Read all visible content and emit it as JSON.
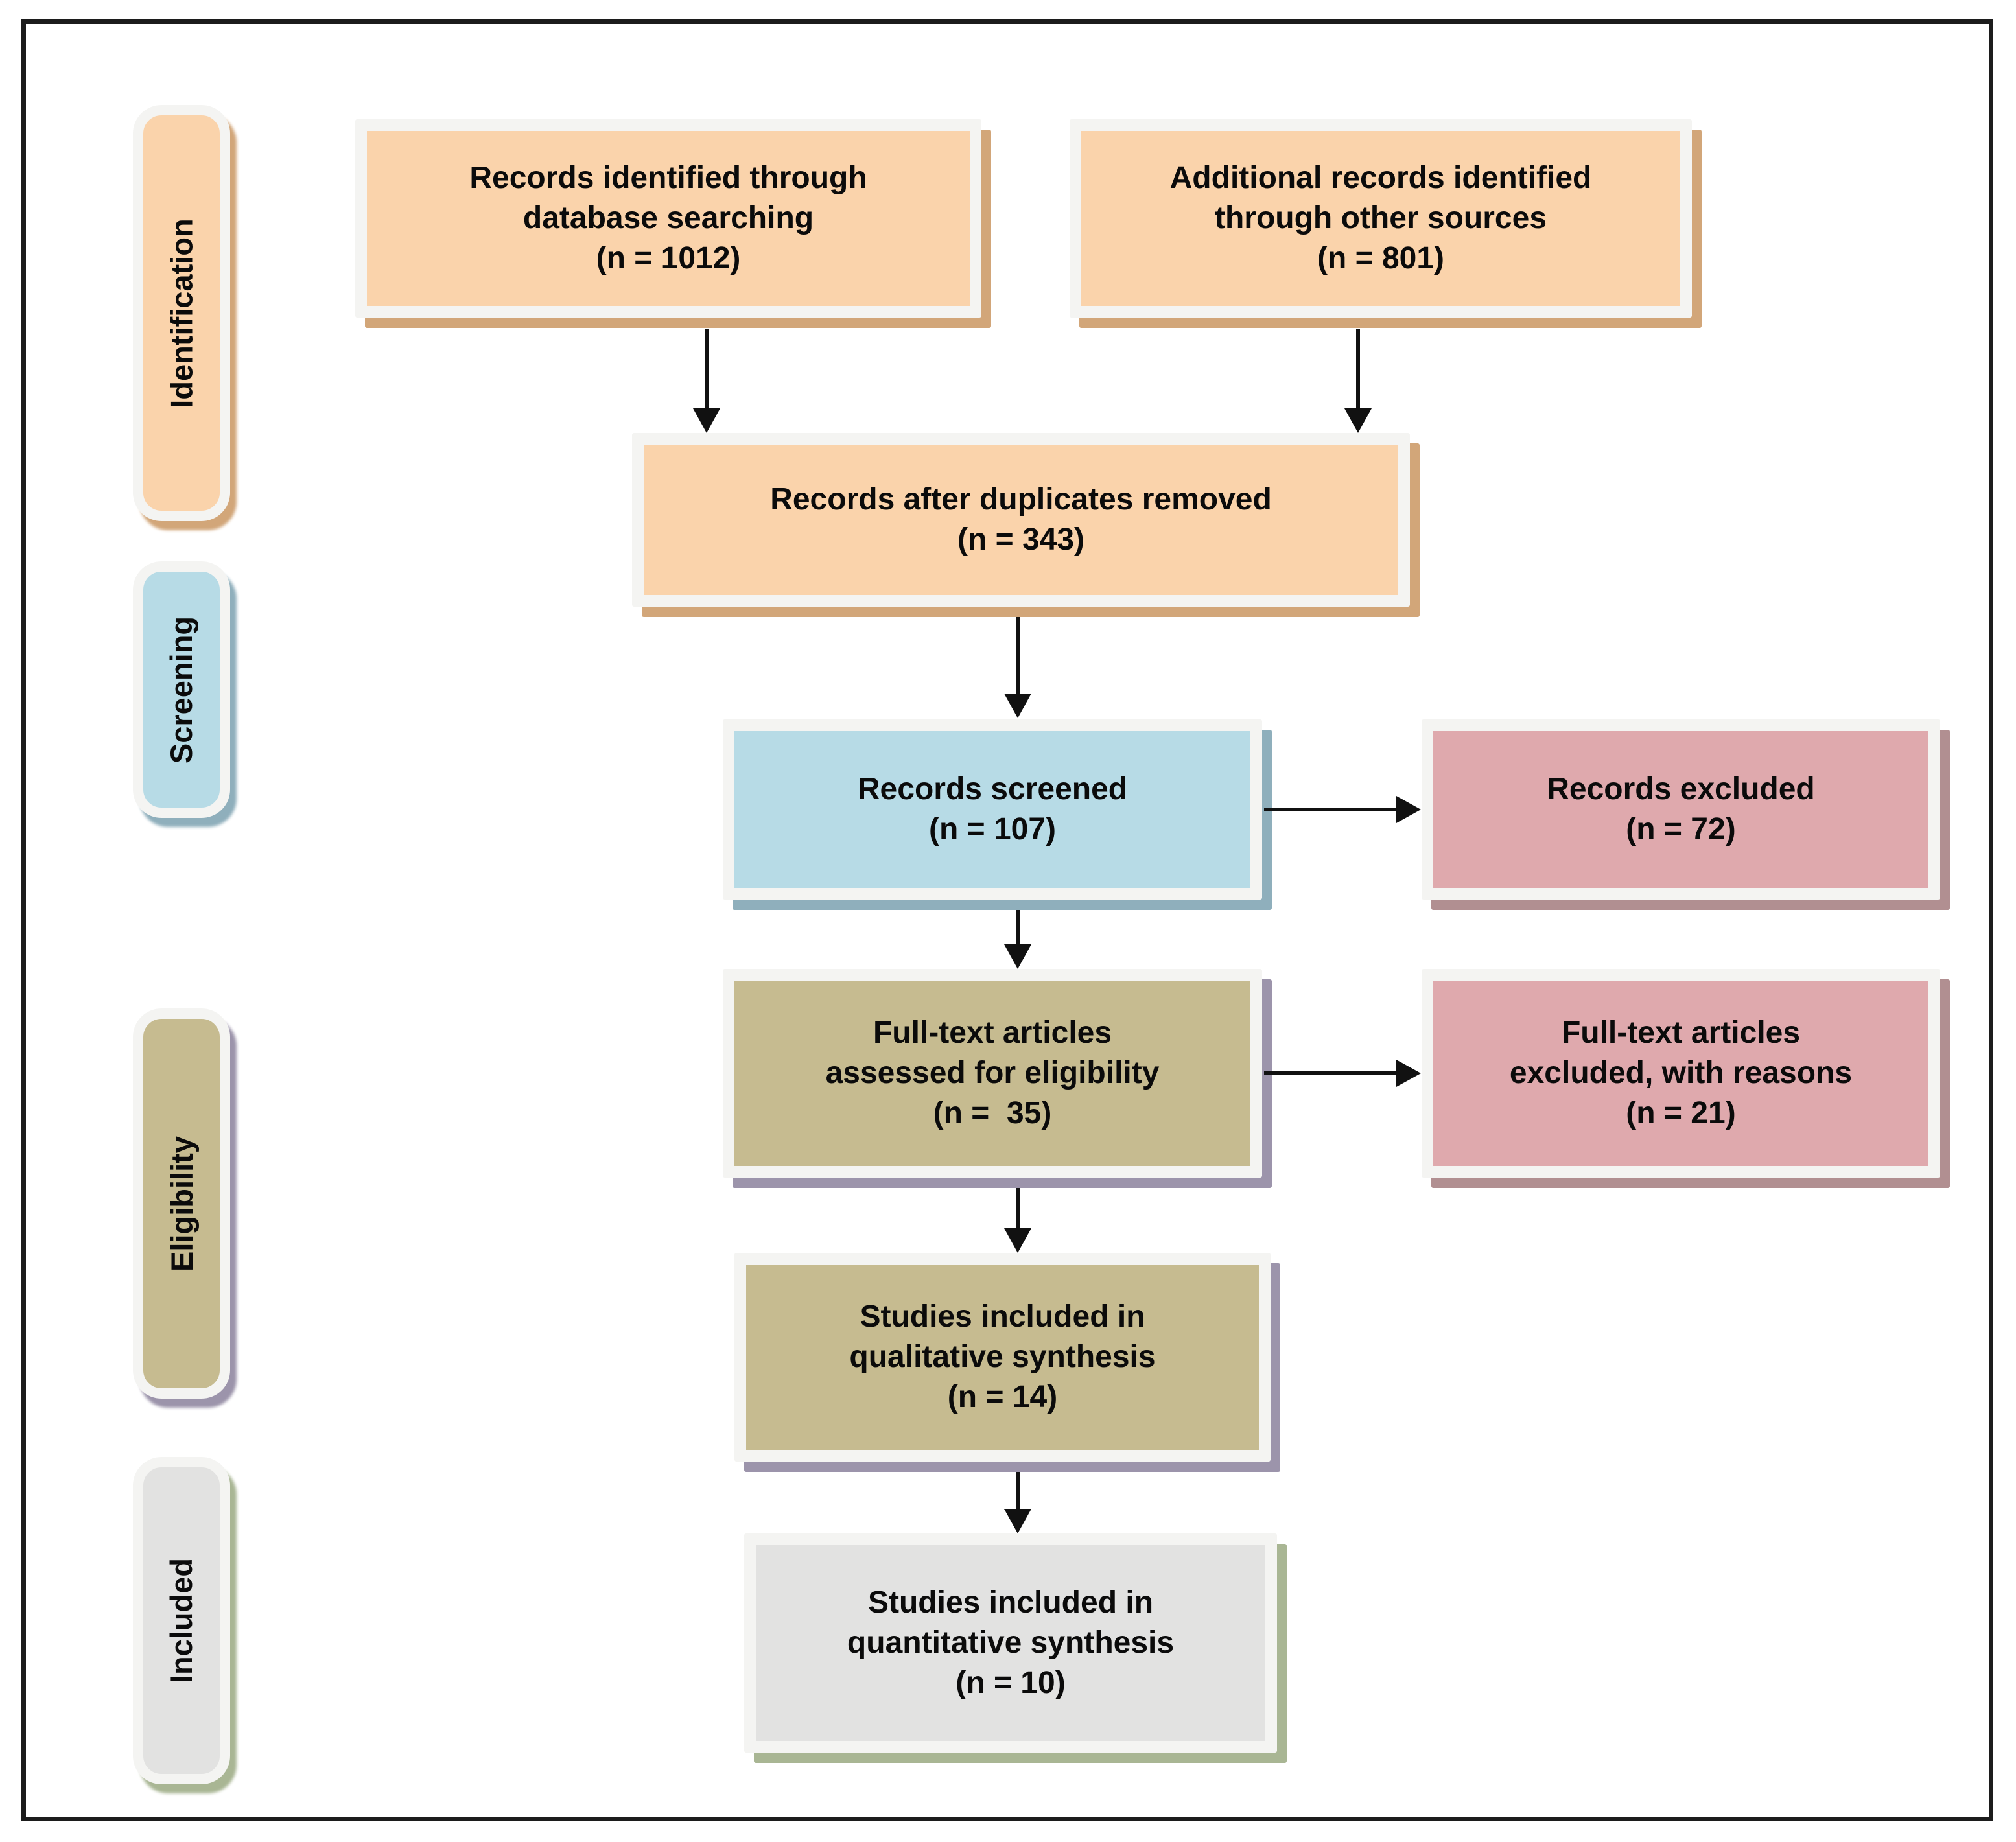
{
  "diagram": {
    "title": "PRISMA flow diagram",
    "stages": [
      {
        "id": "identification",
        "label": "Identification",
        "color": "peach"
      },
      {
        "id": "screening",
        "label": "Screening",
        "color": "blue"
      },
      {
        "id": "eligibility",
        "label": "Eligibility",
        "color": "khaki"
      },
      {
        "id": "included",
        "label": "Included",
        "color": "gray"
      }
    ],
    "boxes": [
      {
        "id": "db-search",
        "color": "peach",
        "lines": [
          "Records identified through",
          "database searching",
          "(n = 1012)"
        ]
      },
      {
        "id": "other-sources",
        "color": "peach",
        "lines": [
          "Additional records identified",
          "through other sources",
          "(n = 801)"
        ]
      },
      {
        "id": "after-duplicates",
        "color": "peach",
        "lines": [
          "Records after duplicates removed",
          "(n = 343)"
        ]
      },
      {
        "id": "screened",
        "color": "blue",
        "lines": [
          "Records screened",
          "(n = 107)"
        ]
      },
      {
        "id": "records-excluded",
        "color": "pink",
        "lines": [
          "Records excluded",
          "(n = 72)"
        ]
      },
      {
        "id": "fulltext-assessed",
        "color": "khaki",
        "lines": [
          "Full-text articles",
          "assessed for eligibility",
          "(n =  35)"
        ]
      },
      {
        "id": "fulltext-excluded",
        "color": "pink",
        "lines": [
          "Full-text articles",
          "excluded, with reasons",
          "(n = 21)"
        ]
      },
      {
        "id": "qualitative",
        "color": "khaki",
        "lines": [
          "Studies included in",
          "qualitative synthesis",
          "(n = 14)"
        ]
      },
      {
        "id": "quantitative",
        "color": "gray",
        "lines": [
          "Studies included in",
          "quantitative synthesis",
          "(n = 10)"
        ]
      }
    ],
    "edges": [
      {
        "from": "db-search",
        "to": "after-duplicates",
        "direction": "down"
      },
      {
        "from": "other-sources",
        "to": "after-duplicates",
        "direction": "down"
      },
      {
        "from": "after-duplicates",
        "to": "screened",
        "direction": "down"
      },
      {
        "from": "screened",
        "to": "records-excluded",
        "direction": "right"
      },
      {
        "from": "screened",
        "to": "fulltext-assessed",
        "direction": "down"
      },
      {
        "from": "fulltext-assessed",
        "to": "fulltext-excluded",
        "direction": "right"
      },
      {
        "from": "fulltext-assessed",
        "to": "qualitative",
        "direction": "down"
      },
      {
        "from": "qualitative",
        "to": "quantitative",
        "direction": "down"
      }
    ],
    "palette": {
      "peach_fill": "#FAD3AB",
      "blue_fill": "#B7DBE6",
      "pink_fill": "#DFA9AD",
      "khaki_fill": "#C6BB90",
      "gray_fill": "#E2E2E1",
      "frame": "#F4F4F2",
      "peach_shadow": "#D2A679",
      "blue_shadow": "#8FAFBC",
      "pink_shadow": "#B18F91",
      "khaki_shadow": "#9C94AB",
      "gray_shadow": "#A9B694",
      "outer_border": "#1C1C1C",
      "text": "#0B0B0B",
      "arrow": "#111111"
    }
  }
}
